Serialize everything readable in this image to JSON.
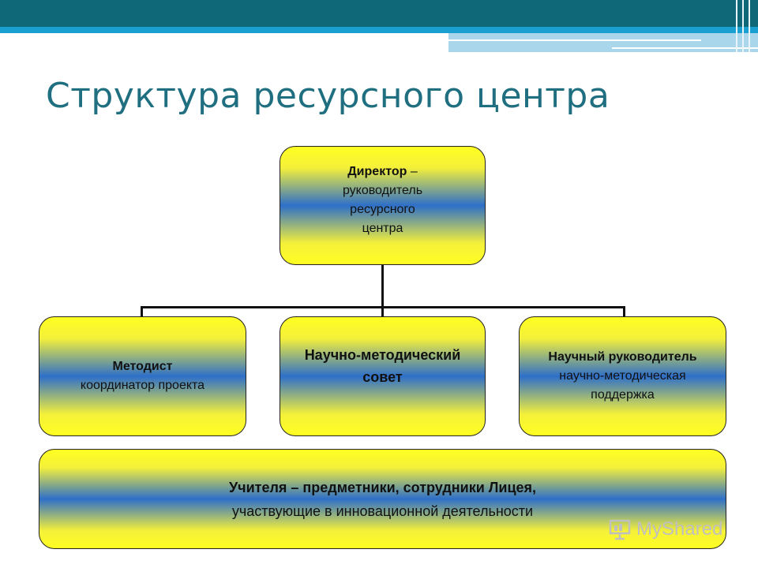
{
  "title": "Структура ресурсного центра",
  "director": {
    "line1": "Директор",
    "line1_dash": " –",
    "line2": "руководитель",
    "line3": "ресурсного",
    "line4": "центра"
  },
  "methodist": {
    "title": "Методист",
    "subtitle": "координатор проекта"
  },
  "council": {
    "title": "Научно-методический",
    "title2": "совет"
  },
  "supervisor": {
    "title": "Научный руководитель",
    "line2": "научно-методическая",
    "line3": "поддержка"
  },
  "teachers": {
    "title": "Учителя – предметники, сотрудники Лицея,",
    "subtitle": "участвующие в инновационной деятельности"
  },
  "watermark": {
    "text": "MyShared",
    "icon": "presentation-icon"
  },
  "colors": {
    "box_yellow": "#ffff22",
    "box_blue": "#2e6fc9",
    "title": "#1f6f80",
    "header_dark": "#0f6878",
    "header_blue": "#19a0d0"
  }
}
